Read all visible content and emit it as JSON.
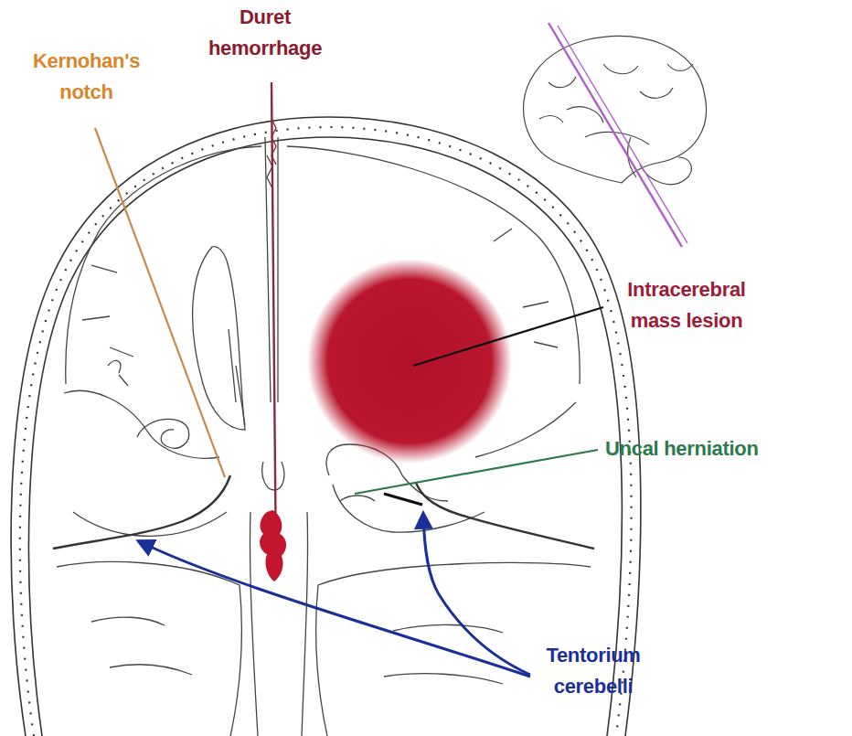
{
  "diagram": {
    "labels": [
      "Kernohan's notch",
      "Duret hemorrhage",
      "Intracerebral mass lesion",
      "Uncal herniation",
      "Tentorium cerebelli"
    ]
  }
}
